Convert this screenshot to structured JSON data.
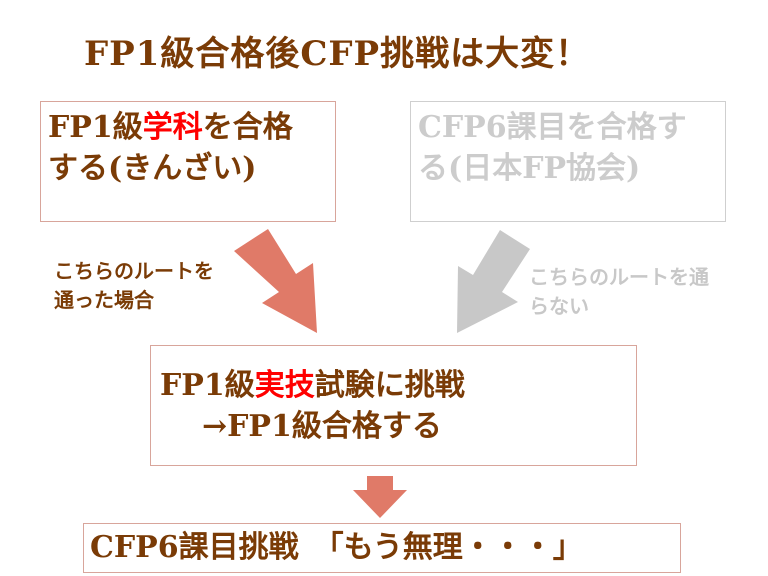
{
  "title": "FP1級合格後CFP挑戦は大変！",
  "left_box": {
    "line1_a": "FP1級",
    "line1_red": "学科",
    "line1_b": "を合格",
    "line2": "する(きんざい)"
  },
  "right_box": {
    "line1": "CFP6課目を合格す",
    "line2": "る(日本FP協会)"
  },
  "left_note": {
    "line1": "こちらのルートを",
    "line2": "通った場合"
  },
  "right_note": {
    "line1": "こちらのルートを通",
    "line2": "らない"
  },
  "middle_box": {
    "line1_a": "FP1級",
    "line1_red": "実技",
    "line1_b": "試験に挑戦",
    "line2": "→FP1級合格する"
  },
  "bottom_box": {
    "text": "CFP6課目挑戦　「もう無理・・・」"
  },
  "colors": {
    "text_brown": "#7a3b06",
    "accent_red": "#ff0000",
    "arrow_salmon": "#e07a68",
    "arrow_gray": "#c8c8c8",
    "muted_gray": "#cccccc"
  }
}
